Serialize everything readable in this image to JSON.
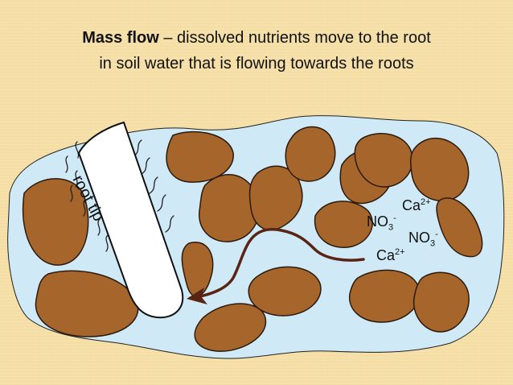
{
  "title": {
    "bold": "Mass flow",
    "rest_line1": " – dissolved nutrients move to the root",
    "line2": "in soil water that is flowing towards the roots"
  },
  "labels": {
    "root": "root tip"
  },
  "ions": [
    {
      "base": "Ca",
      "sup": "2+"
    },
    {
      "base": "NO",
      "sub": "3",
      "sup": "-"
    },
    {
      "base": "NO",
      "sub": "3",
      "sup": "-"
    },
    {
      "base": "Ca",
      "sup": "2+"
    }
  ],
  "colors": {
    "background": "#f6e0a8",
    "soil_water": "#cfe9f7",
    "soil_particle": "#a5652b",
    "arrow": "#5a2415",
    "root": "#ffffff"
  }
}
